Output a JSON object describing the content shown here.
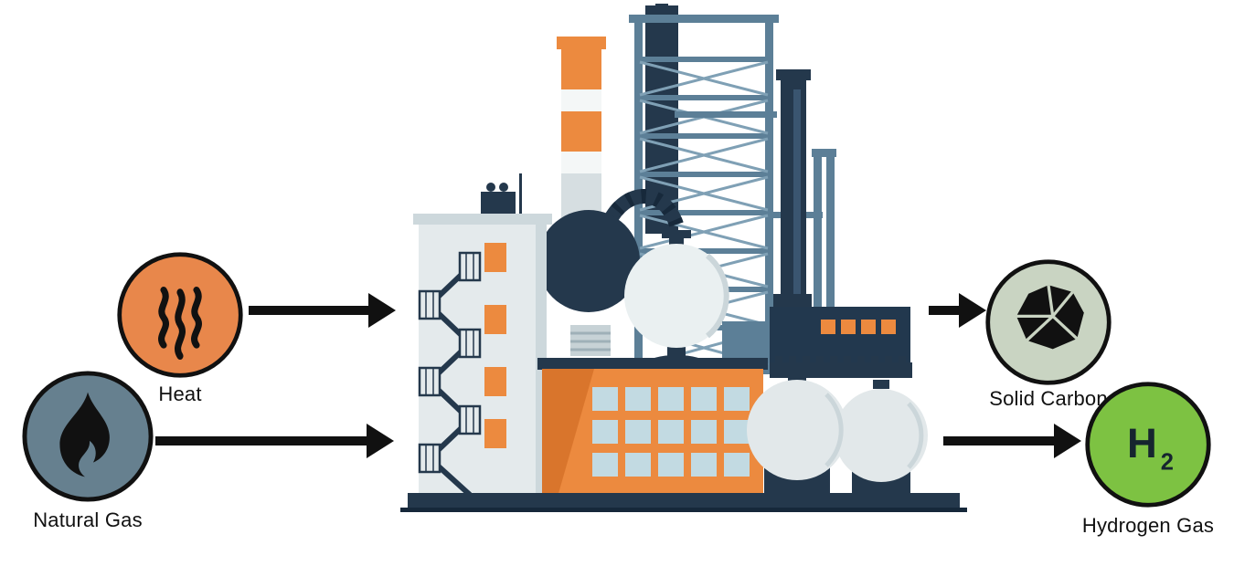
{
  "diagram": {
    "background": "#FFFFFF",
    "arrow_color": "#111111",
    "inputs": [
      {
        "label": "Heat",
        "icon": "heat-waves-icon",
        "circle_color": "#E8874B",
        "icon_color": "#111111"
      },
      {
        "label": "Natural Gas",
        "icon": "flame-icon",
        "circle_color": "#66808F",
        "icon_color": "#111111"
      }
    ],
    "process": {
      "icon": "factory-illustration"
    },
    "outputs": [
      {
        "label": "Solid Carbon",
        "icon": "coal-icon",
        "circle_color": "#C9D4C2",
        "icon_color": "#111111"
      },
      {
        "label": "Hydrogen Gas",
        "icon": "h2-symbol",
        "circle_color": "#7DC242",
        "symbol_main": "H",
        "symbol_sub": "2",
        "symbol_color": "#16252F"
      }
    ]
  }
}
